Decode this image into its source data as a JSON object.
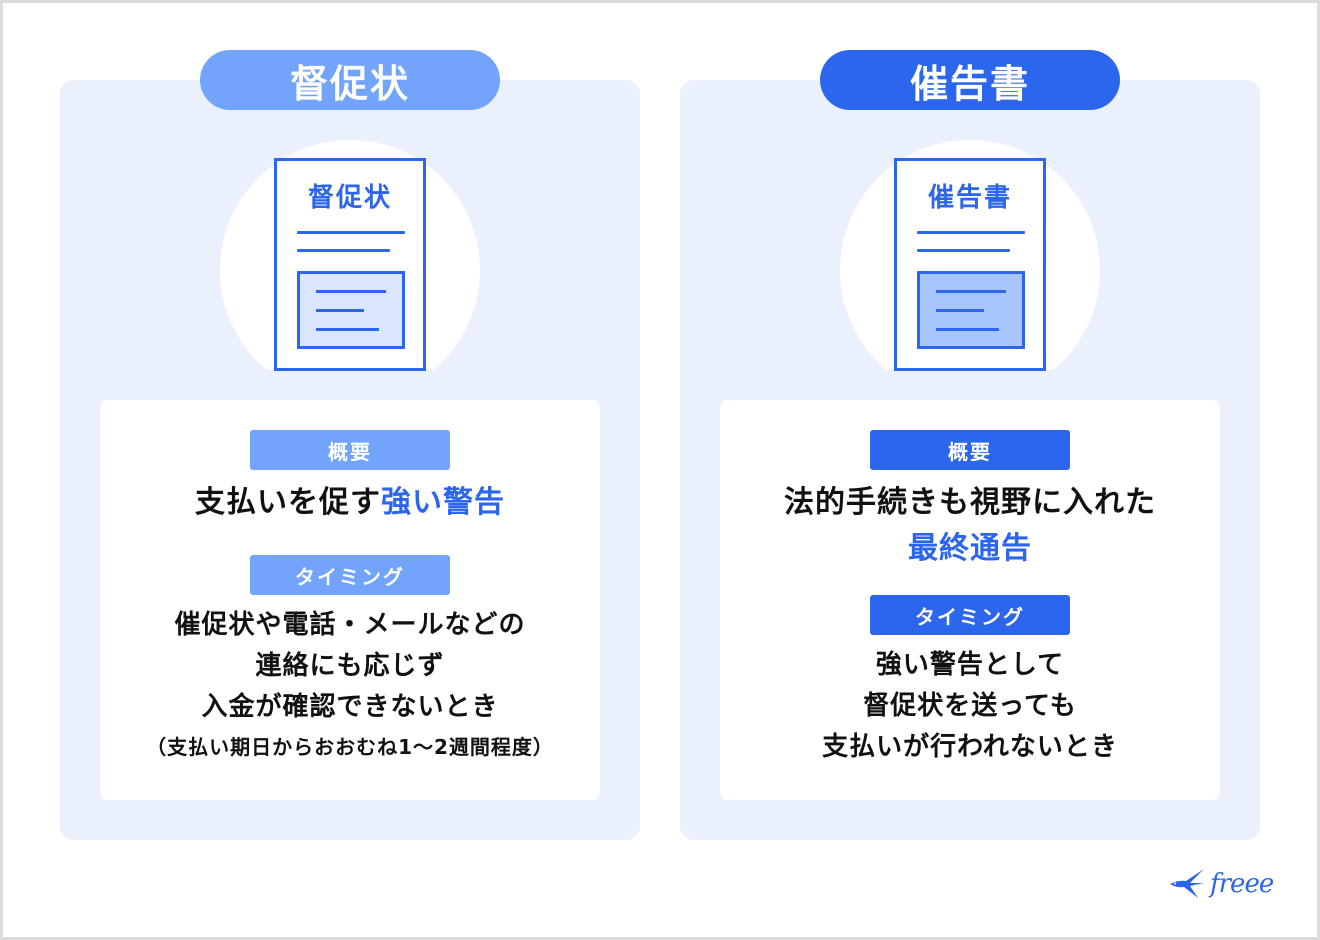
{
  "colors": {
    "accent": "#2c66ec",
    "light_accent": "#72a4fb",
    "panel_bg": "#eaf1fd",
    "text": "#111111"
  },
  "left": {
    "title": "督促状",
    "doc_title": "督促状",
    "summary_label": "概要",
    "summary_plain": "支払いを促す",
    "summary_accent": "強い警告",
    "timing_label": "タイミング",
    "timing_lines": [
      "催促状や電話・メールなどの",
      "連絡にも応じず",
      "入金が確認できないとき"
    ],
    "timing_note": "（支払い期日からおおむね1～2週間程度）"
  },
  "right": {
    "title": "催告書",
    "doc_title": "催告書",
    "summary_label": "概要",
    "summary_plain": "法的手続きも視野に入れた",
    "summary_accent": "最終通告",
    "timing_label": "タイミング",
    "timing_lines": [
      "強い警告として",
      "督促状を送っても",
      "支払いが行われないとき"
    ]
  },
  "logo": {
    "text": "freee",
    "icon": "swallow-bird-icon"
  }
}
